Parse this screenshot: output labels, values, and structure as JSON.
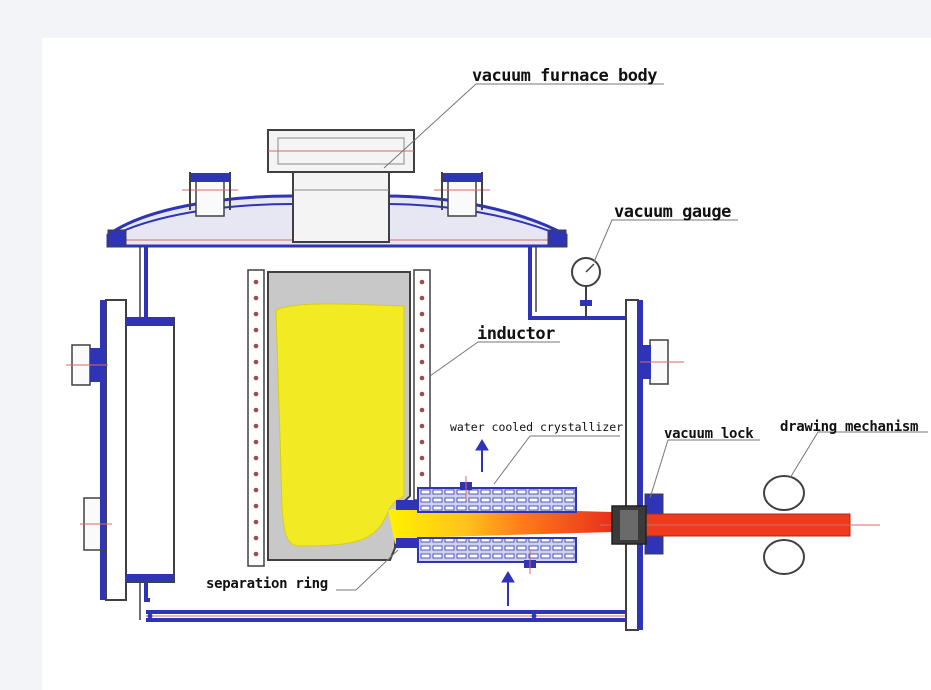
{
  "labels": {
    "furnace_body": "vacuum furnace body",
    "vacuum_gauge": "vacuum gauge",
    "inductor": "inductor",
    "crystallizer": "water cooled crystallizer",
    "vacuum_lock": "vacuum lock",
    "drawing_mechanism": "drawing mechanism",
    "separation_ring": "separation ring"
  },
  "colors": {
    "wall": "#2e34b5",
    "outline": "#404040",
    "melt": "#f2ea22",
    "crucible": "#c8c8c8",
    "hot_rod": "#ee3b1d",
    "warm_rod": "#ffb11a",
    "thread": "#d46a6a"
  }
}
